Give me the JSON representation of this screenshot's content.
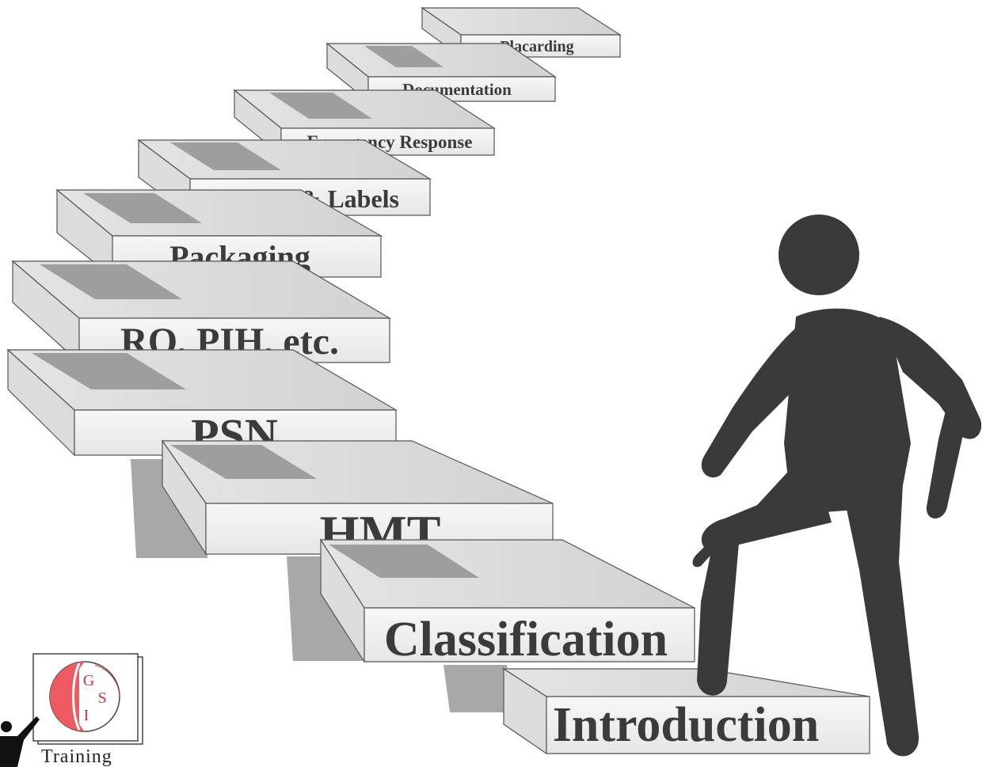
{
  "steps": [
    {
      "label": "Introduction"
    },
    {
      "label": "Classification"
    },
    {
      "label": "HMT"
    },
    {
      "label": "PSN"
    },
    {
      "label": "RQ, PIH, etc."
    },
    {
      "label": "Packaging"
    },
    {
      "label": "Marks & Labels"
    },
    {
      "label": "Emergency Response"
    },
    {
      "label": "Documentation"
    },
    {
      "label": "Placarding"
    }
  ],
  "logo": {
    "letters": [
      "G",
      "S",
      "I"
    ],
    "caption": "Training"
  },
  "colors": {
    "figure": "#3a3a3a",
    "label_text": "#3b3b3b",
    "step_front": "#f1f1f1",
    "step_top": "#d6d6d6",
    "step_shadow": "#9a9a9a",
    "logo_red": "#ee5a62"
  },
  "icons": {
    "figure": "person-climbing-icon",
    "logo": "gsi-training-logo-icon"
  }
}
